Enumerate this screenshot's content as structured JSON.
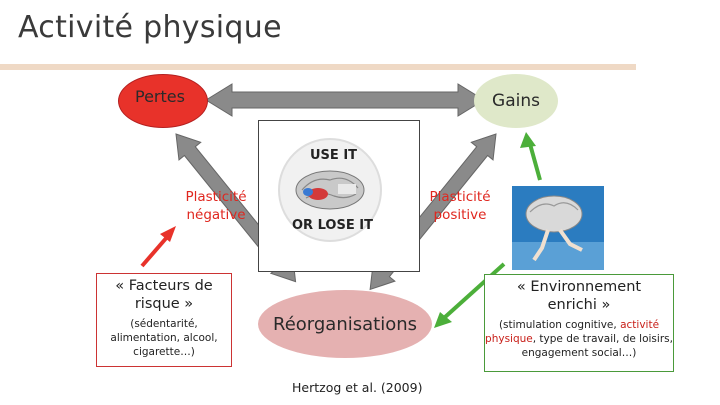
{
  "title": "Activité physique",
  "nodes": {
    "pertes": "Pertes",
    "gains": "Gains",
    "reorganisations": "Réorganisations",
    "plasticite_negative": [
      "Plasticité",
      "négative"
    ],
    "plasticite_positive": [
      "Plasticité",
      "positive"
    ]
  },
  "center_image": {
    "line1": "USE IT",
    "line2": "OR LOSE IT"
  },
  "risk_box": {
    "title": [
      "« Facteurs de",
      "risque »"
    ],
    "body": [
      "(sédentarité,",
      "alimentation, alcool,",
      "cigarette…)"
    ]
  },
  "env_box": {
    "title": [
      "« Environnement",
      "enrichi »"
    ],
    "body_line1": "(stimulation cognitive,",
    "body_highlight1": "activité",
    "body_highlight2": "physique",
    "body_line2_rest": ", type de travail, de loisirs,",
    "body_line3": "engagement social…)"
  },
  "citation": "Hertzog et al. (2009)",
  "colors": {
    "red": "#e8322a",
    "green": "#4caf3a",
    "gray_arrow": "#8a8a8a",
    "rule": "#efd9c5"
  }
}
